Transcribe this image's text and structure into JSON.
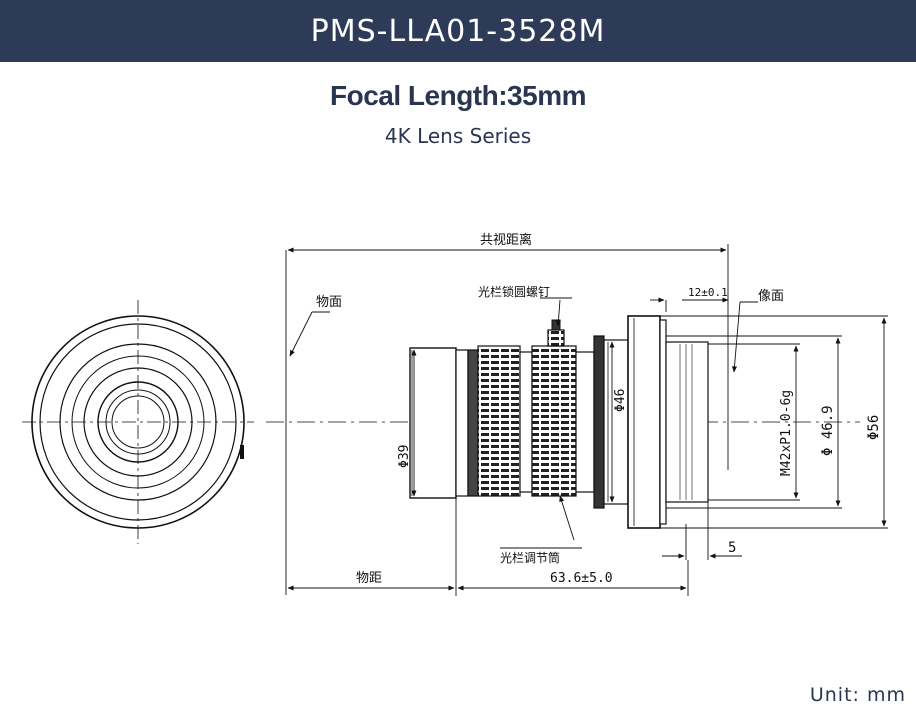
{
  "header": {
    "model": "PMS-LLA01-3528M"
  },
  "title": {
    "focal_length": "Focal Length:35mm",
    "series": "4K Lens Series"
  },
  "footer": {
    "unit": "Unit:  mm"
  },
  "drawing": {
    "labels": {
      "conjugate_distance": "共视距离",
      "object_plane": "物面",
      "aperture_lock_screw": "光栏锁圆螺钉",
      "image_plane": "像面",
      "flange_dim": "12±0.1",
      "diameter_39": "Φ39",
      "diameter_46": "Φ46",
      "mount_thread": "M42xP1.0-6g",
      "diameter_46_9": "Φ 46.9",
      "diameter_56": "Φ56",
      "aperture_ring": "光栏调节筒",
      "back_dim": "5",
      "object_distance": "物距",
      "length_dim": "63.6±5.0"
    }
  },
  "colors": {
    "header_bg": "#2d3a58",
    "title_text": "#2a3550",
    "line": "#111111"
  }
}
